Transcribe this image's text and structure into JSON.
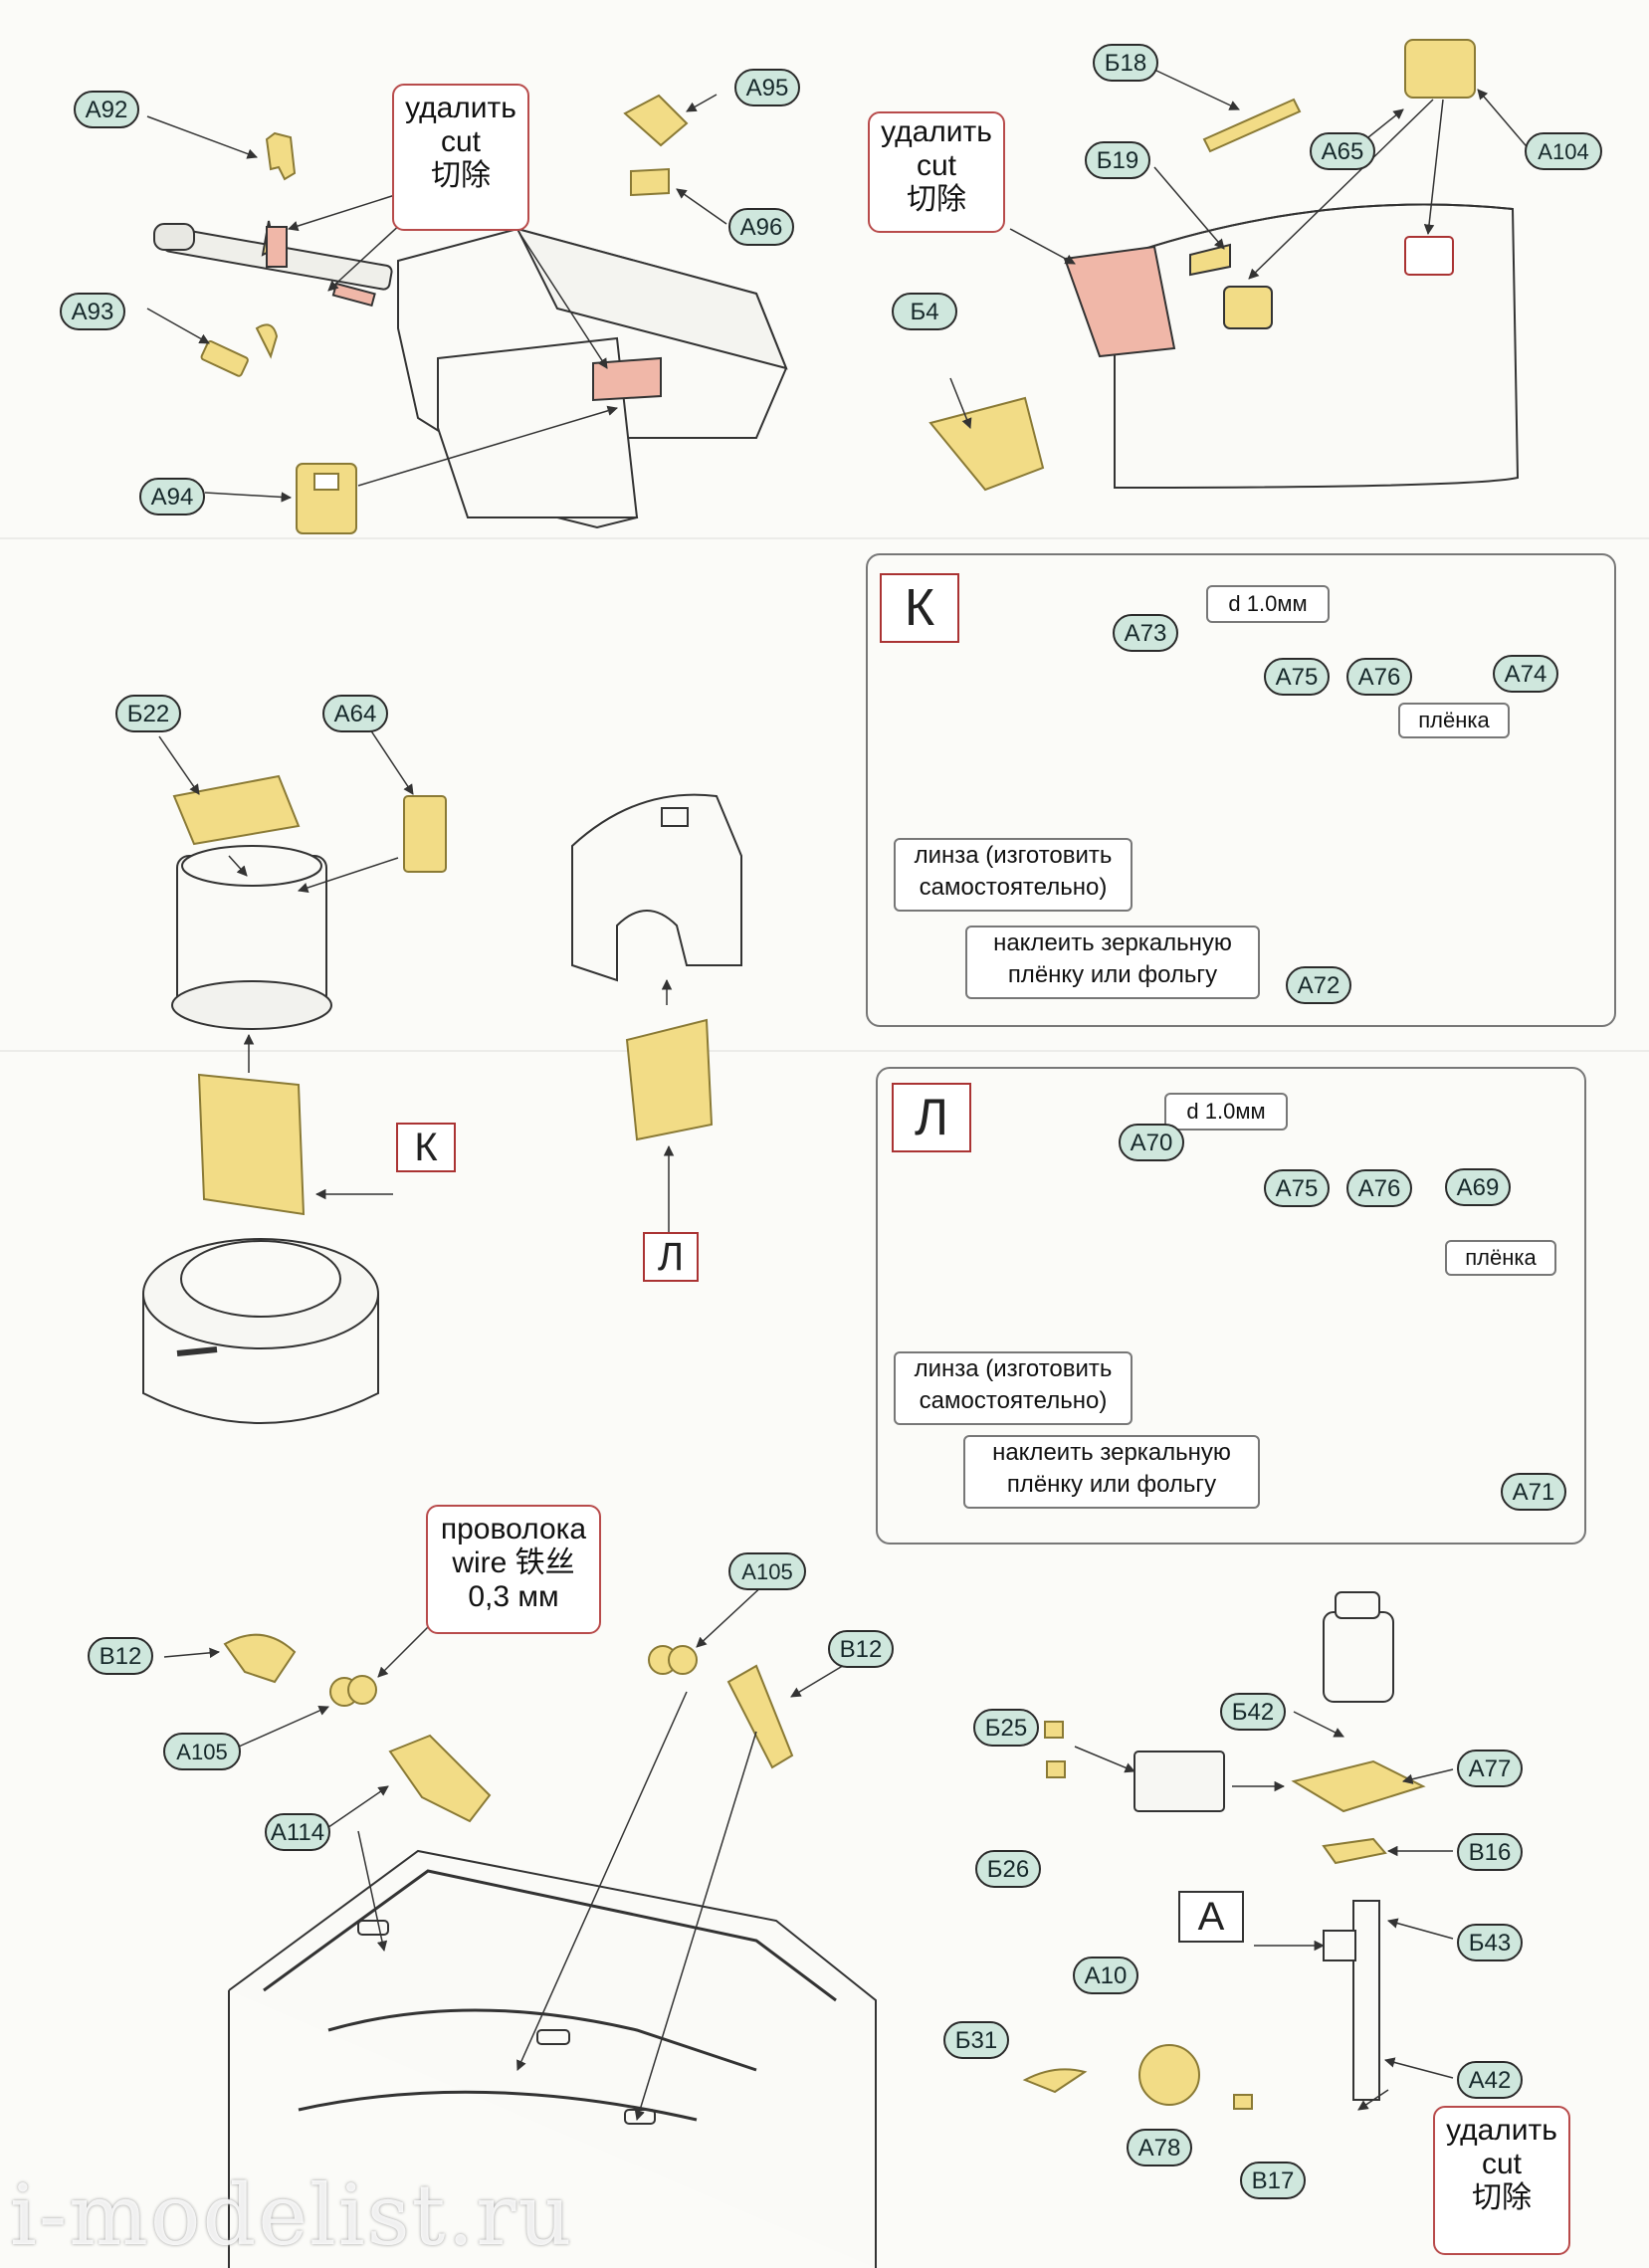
{
  "parts": {
    "a92": "A92",
    "a93": "A93",
    "a94": "A94",
    "a95": "A95",
    "a96": "A96",
    "b18": "Б18",
    "b19": "Б19",
    "b4": "Б4",
    "a65": "A65",
    "a104": "A104",
    "b22": "Б22",
    "a64": "A64",
    "a73": "A73",
    "a75_k": "A75",
    "a76_k": "A76",
    "a74": "A74",
    "a72": "A72",
    "a70": "A70",
    "a75_l": "A75",
    "a76_l": "A76",
    "a69": "A69",
    "a71": "A71",
    "b12_l": "B12",
    "a105_l": "A105",
    "a114": "A114",
    "a105_r": "A105",
    "b12_r": "B12",
    "b25": "Б25",
    "b26": "Б26",
    "b42": "Б42",
    "a77": "A77",
    "b16": "B16",
    "b43": "Б43",
    "b31": "Б31",
    "a10": "A10",
    "a78": "A78",
    "b17": "B17",
    "a42": "A42"
  },
  "notes": {
    "cut": {
      "ru": "удалить",
      "en": "cut",
      "zh": "切除"
    },
    "wire": {
      "ru": "проволока",
      "en": "wire 铁丝",
      "size": "0,3 мм"
    }
  },
  "panel_k": {
    "letter": "К",
    "diameter": "d 1.0мм",
    "film": "плёнка",
    "lens_line1": "линза (изготовить",
    "lens_line2": "самостоятельно)",
    "mirror_line1": "наклеить зеркальную",
    "mirror_line2": "плёнку или фольгу"
  },
  "panel_l": {
    "letter": "Л",
    "diameter": "d 1.0мм",
    "film": "плёнка",
    "lens_line1": "линза (изготовить",
    "lens_line2": "самостоятельно)",
    "mirror_line1": "наклеить зеркальную",
    "mirror_line2": "плёнку или фольгу"
  },
  "callouts": {
    "k": "К",
    "l": "Л",
    "a": "A"
  },
  "watermark": "i-modelist.ru",
  "colors": {
    "brass": "#f2dc86",
    "brass_edge": "#8a7a35",
    "label_fill": "#cfe7dd",
    "highlight": "#f0b7a8",
    "frame": "#a33333"
  }
}
